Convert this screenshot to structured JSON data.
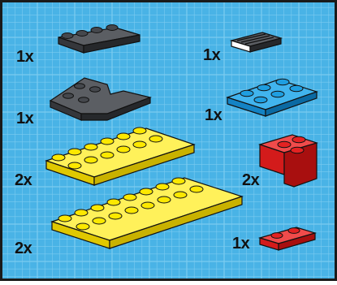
{
  "panel": {
    "background_color": "#49b3e6",
    "grid_line_color": "#7ccbf0",
    "border_color": "#1a1a1a"
  },
  "parts": [
    {
      "name": "dark-gray-plate-1x4",
      "color": "#45484d",
      "quantity": "1x"
    },
    {
      "name": "dark-gray-tile-grille-1x2",
      "color": "#45484d",
      "quantity": "1x"
    },
    {
      "name": "dark-gray-wedge-plate",
      "color": "#45484d",
      "quantity": "1x"
    },
    {
      "name": "blue-plate-2x3",
      "color": "#1f9ee0",
      "quantity": "1x"
    },
    {
      "name": "yellow-plate-2x6",
      "color": "#fde800",
      "quantity": "2x"
    },
    {
      "name": "red-brick-2x2-corner",
      "color": "#e32222",
      "quantity": "2x"
    },
    {
      "name": "yellow-plate-2x8",
      "color": "#fde800",
      "quantity": "2x"
    },
    {
      "name": "red-plate-1x2",
      "color": "#e32222",
      "quantity": "1x"
    }
  ]
}
